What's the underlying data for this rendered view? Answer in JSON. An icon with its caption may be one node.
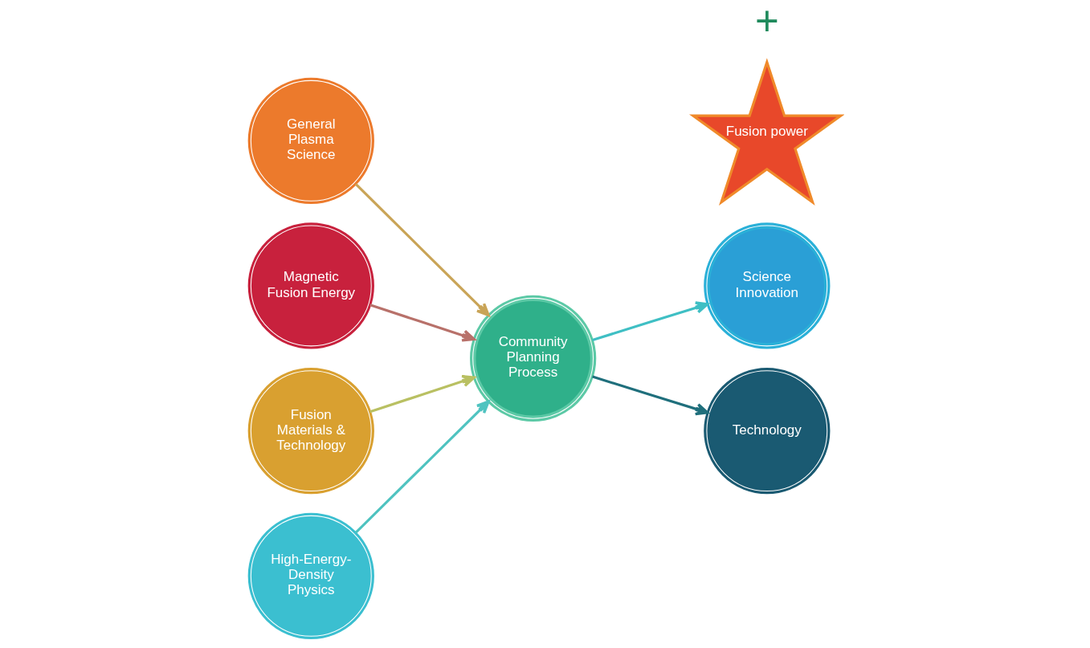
{
  "diagram": {
    "nodes": [
      {
        "text": [
          "General Plasma Science"
        ]
      },
      {
        "text": [
          "Magnetic Fusion Energy"
        ]
      },
      {
        "text": [
          "Fusion Materials & Technology"
        ]
      },
      {
        "text": [
          "High-Energy-Density Physics"
        ]
      },
      {
        "text": [
          "Community Planning Process"
        ]
      },
      {
        "text": [
          "Science Innovation"
        ]
      },
      {
        "text": [
          "Fusion power"
        ]
      },
      {
        "text": [
          "Technology"
        ]
      }
    ],
    "edges": [
      {
        "from": 0,
        "to": 4,
        "arrow": "to",
        "color": "#c9a457"
      },
      {
        "from": 1,
        "to": 4,
        "arrow": "to",
        "color": "#b8716a"
      },
      {
        "from": 2,
        "to": 4,
        "arrow": "to",
        "color": "#b9c062"
      },
      {
        "from": 3,
        "to": 4,
        "arrow": "to",
        "color": "#4fc3c0"
      },
      {
        "from": 4,
        "to": 5,
        "arrow": "to",
        "color": "#3fbfc4"
      },
      {
        "from": 4,
        "to": 7,
        "arrow": "to",
        "color": "#1f6f7c"
      }
    ],
    "labels": [
      "+"
    ]
  }
}
